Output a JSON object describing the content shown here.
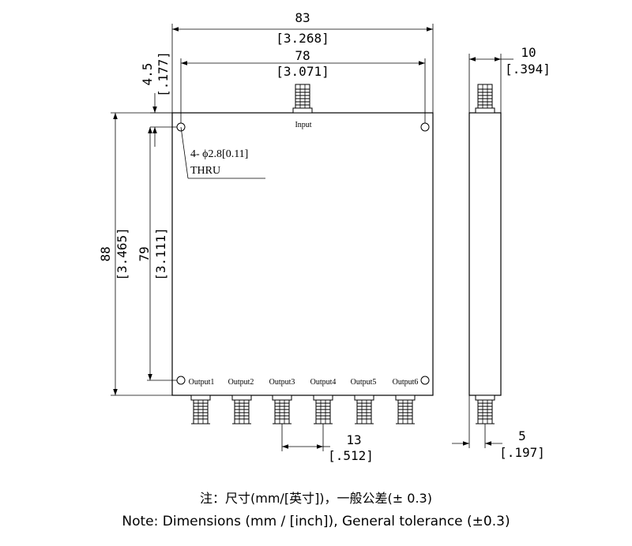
{
  "dimensions": {
    "overall_width": {
      "mm": "83",
      "inch": "[3.268]"
    },
    "hole_spacing_width": {
      "mm": "78",
      "inch": "[3.071]"
    },
    "top_edge_to_hole": {
      "mm": "4.5",
      "inch": "[.177]"
    },
    "overall_height": {
      "mm": "88",
      "inch": "[3.465]"
    },
    "hole_spacing_height": {
      "mm": "79",
      "inch": "[3.111]"
    },
    "thickness": {
      "mm": "10",
      "inch": "[.394]"
    },
    "connector_pitch": {
      "mm": "13",
      "inch": "[.512]"
    },
    "side_offset": {
      "mm": "5",
      "inch": "[.197]"
    }
  },
  "hole_note": {
    "line1": "4- ϕ2.8[0.11]",
    "line2": "THRU"
  },
  "port_labels": {
    "input": "Input",
    "outputs": [
      "Output1",
      "Output2",
      "Output3",
      "Output4",
      "Output5",
      "Output6"
    ]
  },
  "notes": {
    "chinese": "注：尺寸(mm/[英寸])，一般公差(± 0.3)",
    "english": "Note: Dimensions (mm / [inch]), General tolerance (±0.3)"
  }
}
